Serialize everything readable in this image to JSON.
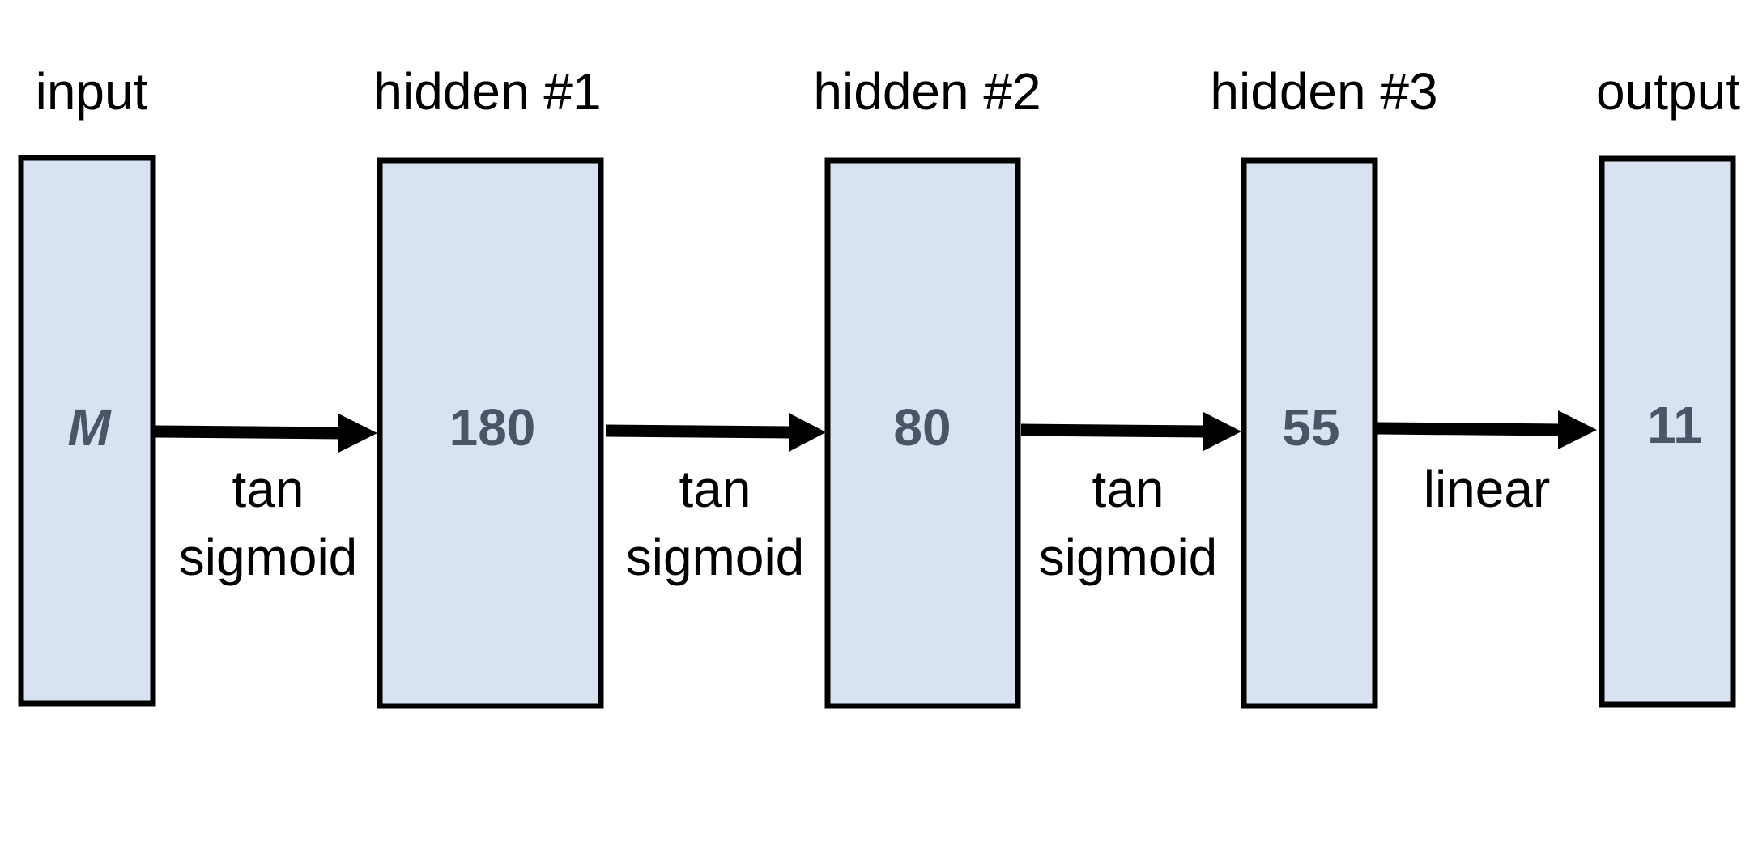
{
  "layers": [
    {
      "title": "input",
      "size": "M"
    },
    {
      "title": "hidden #1",
      "size": "180"
    },
    {
      "title": "hidden #2",
      "size": "80"
    },
    {
      "title": "hidden #3",
      "size": "55"
    },
    {
      "title": "output",
      "size": "11"
    }
  ],
  "connections": [
    {
      "line1": "tan",
      "line2": "sigmoid"
    },
    {
      "line1": "tan",
      "line2": "sigmoid"
    },
    {
      "line1": "tan",
      "line2": "sigmoid"
    },
    {
      "line1": "linear",
      "line2": ""
    }
  ],
  "colors": {
    "box_fill": "#d9e2f0",
    "size_text": "#4a5568",
    "stroke": "#000000"
  }
}
